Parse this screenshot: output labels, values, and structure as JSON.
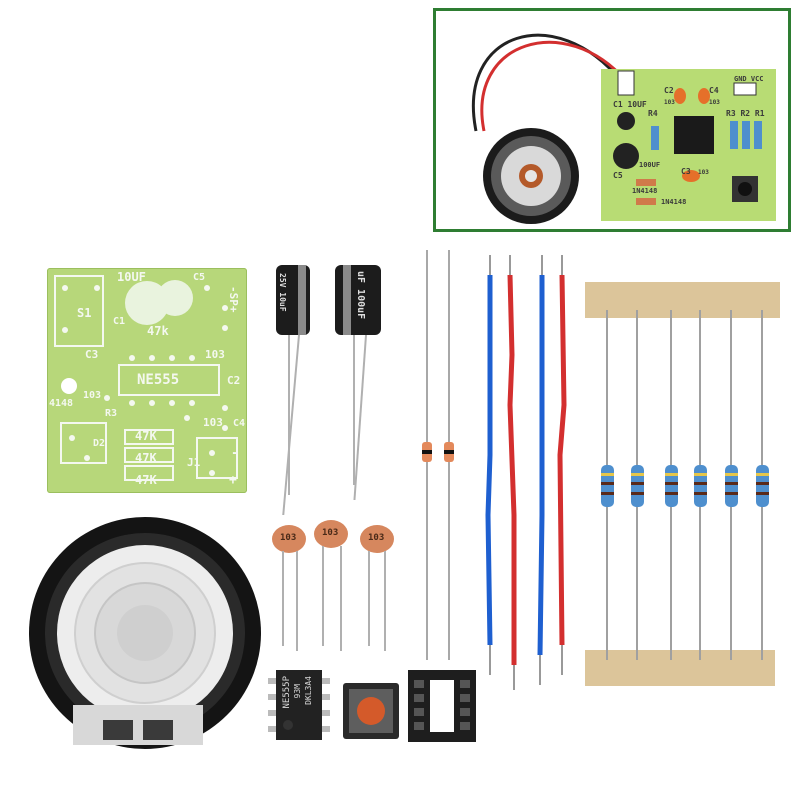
{
  "inset": {
    "border_color": "#2e7d32",
    "pcb_labels": {
      "gnd_vcc": "GND VCC",
      "c1": "C1 10UF",
      "c2": "C2",
      "c2_val": "103",
      "c4": "C4",
      "c4_val": "103",
      "r4": "R4",
      "r_group": "R3 R2 R1",
      "c5": "C5",
      "c5_val": "100UF",
      "c3": "C3",
      "c3_val": "103",
      "d1": "1N4148",
      "d2": "1N4148"
    }
  },
  "pcb": {
    "labels": {
      "cap1": "10UF",
      "s1": "S1",
      "c1": "C1",
      "c5": "C5",
      "sp": "-SP+",
      "r4": "47k",
      "c3": "C3",
      "ic": "NE555",
      "n103a": "103",
      "c2": "C2",
      "d": "4148",
      "n103b": "103",
      "r3": "R3",
      "r1": "47K",
      "r2": "47K",
      "r5": "47K",
      "n103c": "103",
      "c4": "C4",
      "j1": "J1",
      "minus": "-",
      "plus": "+",
      "d2": "D2"
    }
  },
  "capacitors": {
    "cap_a": "25V 10uF",
    "cap_b": "uF 100uF"
  },
  "ceramic_caps": [
    "103",
    "103",
    "103"
  ],
  "ic_chip": {
    "line1": "NE555P",
    "line2": "93M",
    "line3": "DKL3A4"
  },
  "colors": {
    "pcb_green": "#b7d77a",
    "wire_red": "#d32f2f",
    "wire_blue": "#1e5fd0",
    "tape": "#dcc59a"
  }
}
